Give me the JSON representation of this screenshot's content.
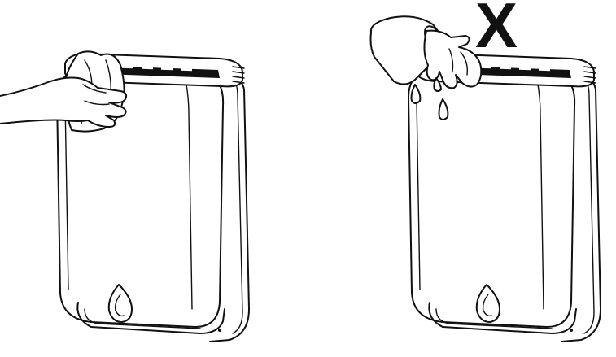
{
  "panels": [
    {
      "id": "wipe-with-cloth",
      "icons": [
        "hand-icon",
        "cloth-icon",
        "dehumidifier-icon"
      ]
    },
    {
      "id": "do-not-pour-water",
      "icons": [
        "cup-icon",
        "hand-icon",
        "water-drops-icon",
        "dehumidifier-icon"
      ],
      "prohibition_mark": "X"
    }
  ]
}
